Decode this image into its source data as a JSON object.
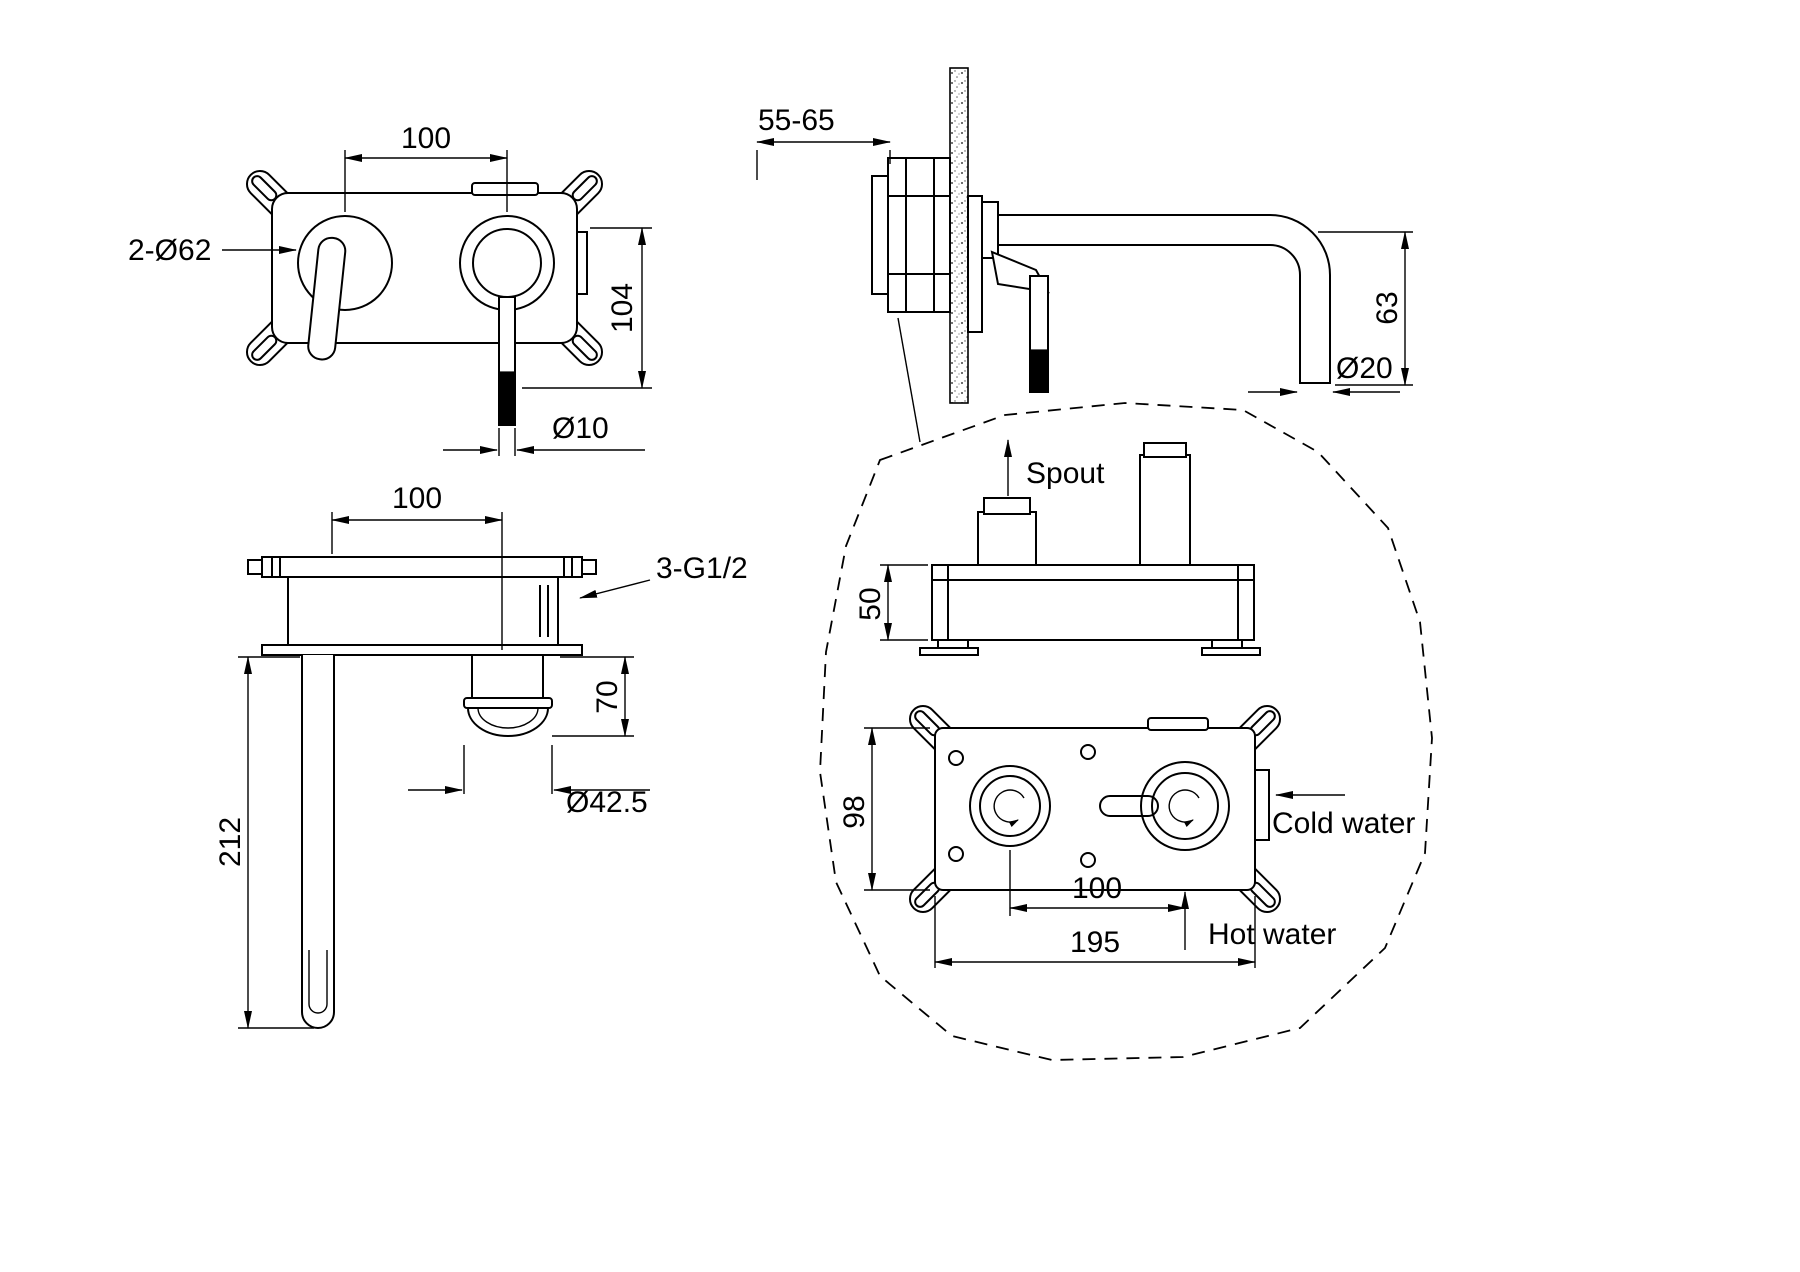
{
  "colors": {
    "line": "#000000",
    "background": "#ffffff"
  },
  "front_view": {
    "dim_center_distance": "100",
    "dim_mounting_holes": "2-Ø62",
    "dim_height": "104",
    "dim_spout_diameter": "Ø10"
  },
  "side_view": {
    "dim_wall_depth": "55-65",
    "dim_spout_drop": "63",
    "dim_tube_diameter": "Ø20"
  },
  "top_view": {
    "dim_center_distance": "100",
    "dim_thread": "3-G1/2",
    "dim_valve_height": "70",
    "dim_valve_diameter": "Ø42.5",
    "dim_spout_length": "212"
  },
  "rough_in_view": {
    "label_spout": "Spout",
    "dim_body_depth": "50",
    "dim_box_height": "98",
    "label_cold_water": "Cold water",
    "label_hot_water": "Hot water",
    "dim_center_distance": "100",
    "dim_box_width": "195"
  }
}
